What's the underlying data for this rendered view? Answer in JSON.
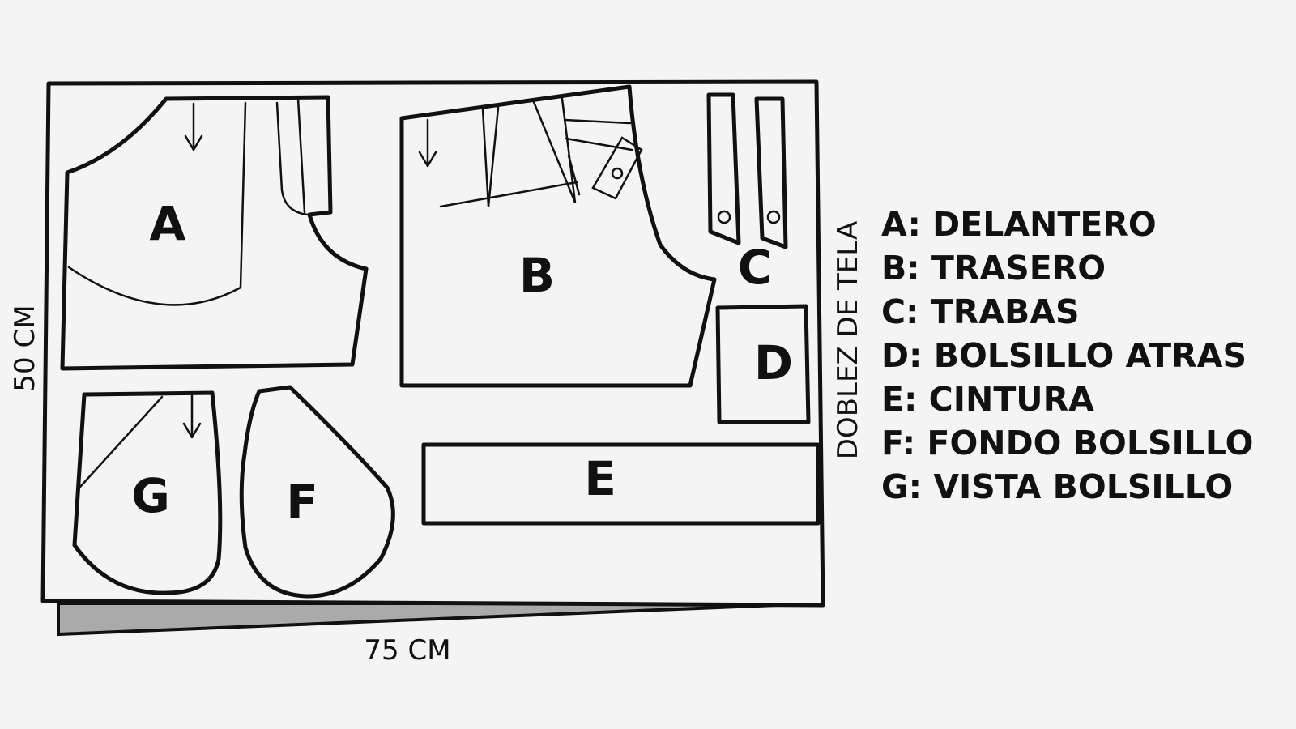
{
  "pieces": [
    {
      "id": "A",
      "letter": "A"
    },
    {
      "id": "B",
      "letter": "B"
    },
    {
      "id": "C",
      "letter": "C"
    },
    {
      "id": "D",
      "letter": "D"
    },
    {
      "id": "E",
      "letter": "E"
    },
    {
      "id": "F",
      "letter": "F"
    },
    {
      "id": "G",
      "letter": "G"
    }
  ],
  "dimensions": {
    "height": "50 CM",
    "width": "75 CM",
    "fold": "DOBLEZ DE TELA"
  },
  "legend": [
    "A: DELANTERO",
    "B: TRASERO",
    "C: TRABAS",
    "D: BOLSILLO ATRAS",
    "E: CINTURA",
    "F: FONDO BOLSILLO",
    "G: VISTA BOLSILLO"
  ]
}
